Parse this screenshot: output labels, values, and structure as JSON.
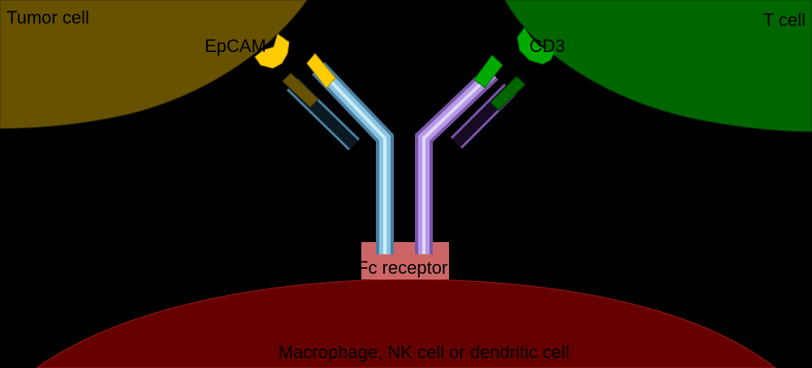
{
  "labels": {
    "tumor_cell": "Tumor cell",
    "t_cell": "T cell",
    "epcam": "EpCAM",
    "cd3": "CD3",
    "fc_receptor": "Fc receptor",
    "effector_cell": "Macrophage, NK cell or dendritic cell"
  },
  "colors": {
    "background": "#000000",
    "tumor_cell": "#665200",
    "t_cell": "#006600",
    "effector_cell": "#660000",
    "fc_receptor": "#cc6666",
    "epcam": "#ffcc00",
    "cd3": "#00aa00",
    "anti_epcam_chain": "#66aacc",
    "anti_epcam_light_tip": "#665200",
    "anti_cd3_chain": "#aa77dd",
    "anti_cd3_light_tip": "#006600"
  }
}
